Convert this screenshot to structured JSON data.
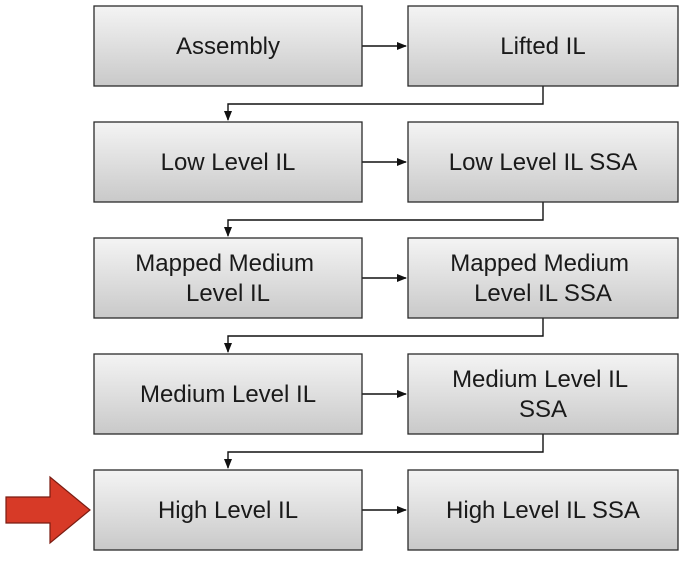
{
  "nodes": {
    "assembly": [
      "Assembly"
    ],
    "lifted_il": [
      "Lifted IL"
    ],
    "low_level_il": [
      "Low Level IL"
    ],
    "low_level_il_ssa": [
      "Low Level IL SSA"
    ],
    "mapped_medium_level_il": [
      "Mapped Medium",
      "Level IL"
    ],
    "mapped_medium_level_il_ssa": [
      "Mapped Medium",
      "Level IL SSA"
    ],
    "medium_level_il": [
      "Medium Level IL"
    ],
    "medium_level_il_ssa": [
      "Medium Level IL",
      "SSA"
    ],
    "high_level_il": [
      "High Level IL"
    ],
    "high_level_il_ssa": [
      "High Level IL SSA"
    ]
  },
  "edges": [
    [
      "assembly",
      "lifted_il"
    ],
    [
      "lifted_il",
      "low_level_il"
    ],
    [
      "low_level_il",
      "low_level_il_ssa"
    ],
    [
      "low_level_il_ssa",
      "mapped_medium_level_il"
    ],
    [
      "mapped_medium_level_il",
      "mapped_medium_level_il_ssa"
    ],
    [
      "mapped_medium_level_il_ssa",
      "medium_level_il"
    ],
    [
      "medium_level_il",
      "medium_level_il_ssa"
    ],
    [
      "medium_level_il_ssa",
      "high_level_il"
    ],
    [
      "high_level_il",
      "high_level_il_ssa"
    ]
  ],
  "highlighted": "high_level_il",
  "colors": {
    "box_fill_top": "#f4f4f4",
    "box_fill_bottom": "#c9c9c9",
    "box_border": "#2b2b2b",
    "pointer_arrow": "#d73a27"
  }
}
